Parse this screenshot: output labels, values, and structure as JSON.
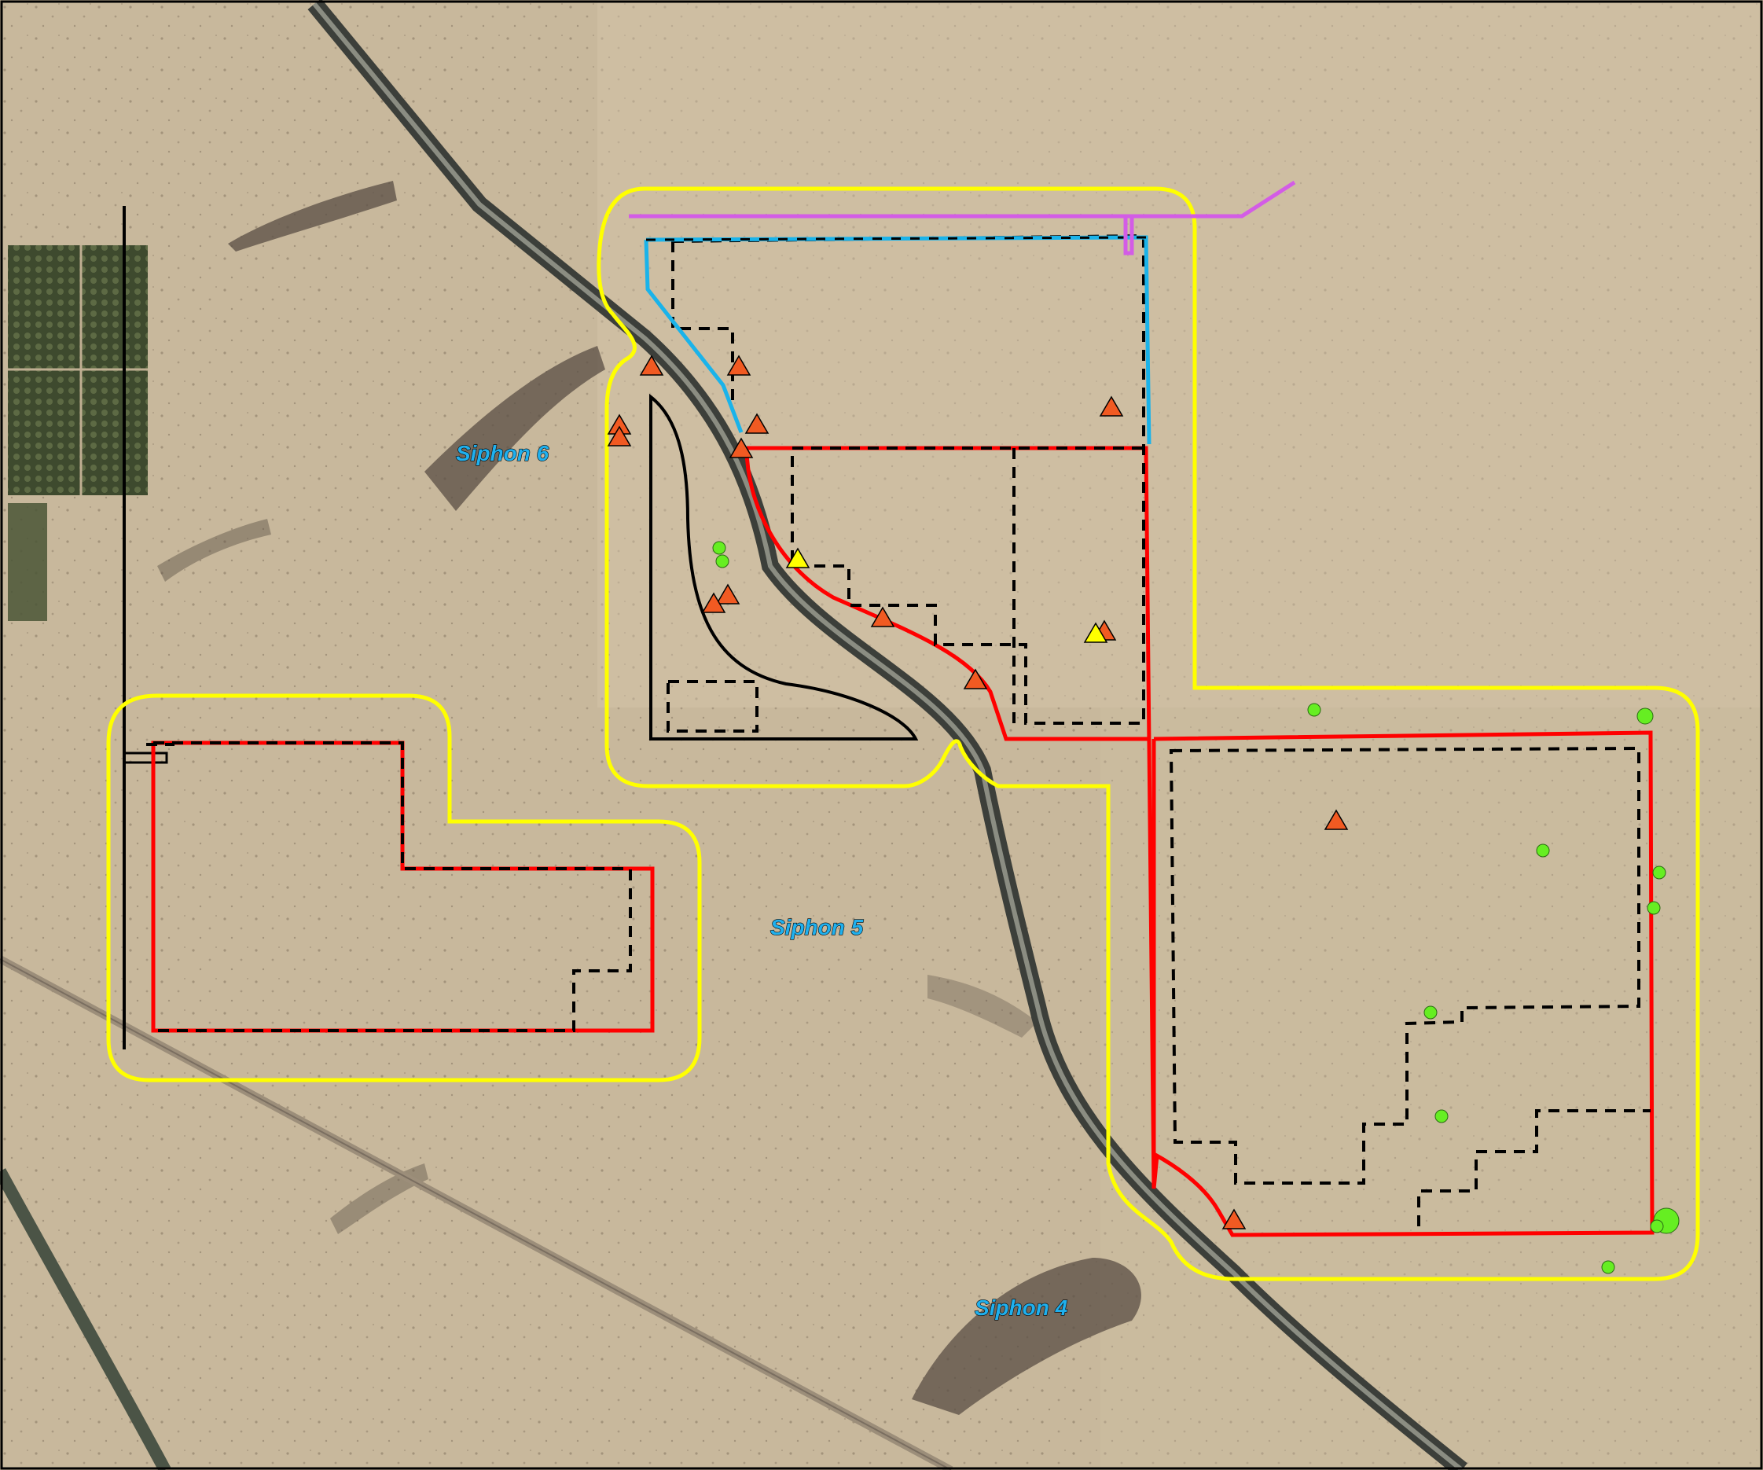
{
  "map": {
    "labels": {
      "siphon_6": "Siphon 6",
      "siphon_5": "Siphon 5",
      "siphon_4": "Siphon 4"
    },
    "colors": {
      "terrain": "#c7b69b",
      "terrain_light": "#d2c3a8",
      "wash_dark": "#5a4e44",
      "farm_field": "#3e4a2e",
      "buffer_boundary": "#ffff00",
      "project_boundary": "#ff0000",
      "parcel_boundary": "#000000",
      "transmission_line": "#1ab3ea",
      "pipeline": "#d35ce6",
      "cultural_site": "#f15a22",
      "cultural_site_alt": "#ffff00",
      "vegetation_point": "#66ee22",
      "canal": "#3c3f3a",
      "label_fill": "#1fb0ee"
    },
    "markers": {
      "triangle_orange": "orange-triangle-icon",
      "triangle_yellow": "yellow-triangle-icon",
      "circle_green": "green-circle-icon"
    }
  }
}
